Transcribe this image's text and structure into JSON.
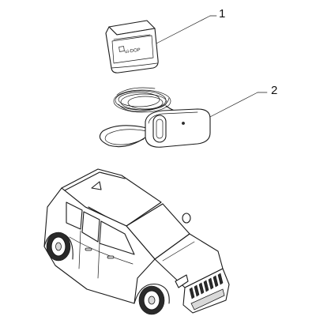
{
  "callouts": [
    {
      "number": "1"
    },
    {
      "number": "2"
    }
  ],
  "part1": {
    "label": "ui-DOP"
  },
  "colors": {
    "line": "#1a1a1a",
    "background": "#ffffff"
  }
}
